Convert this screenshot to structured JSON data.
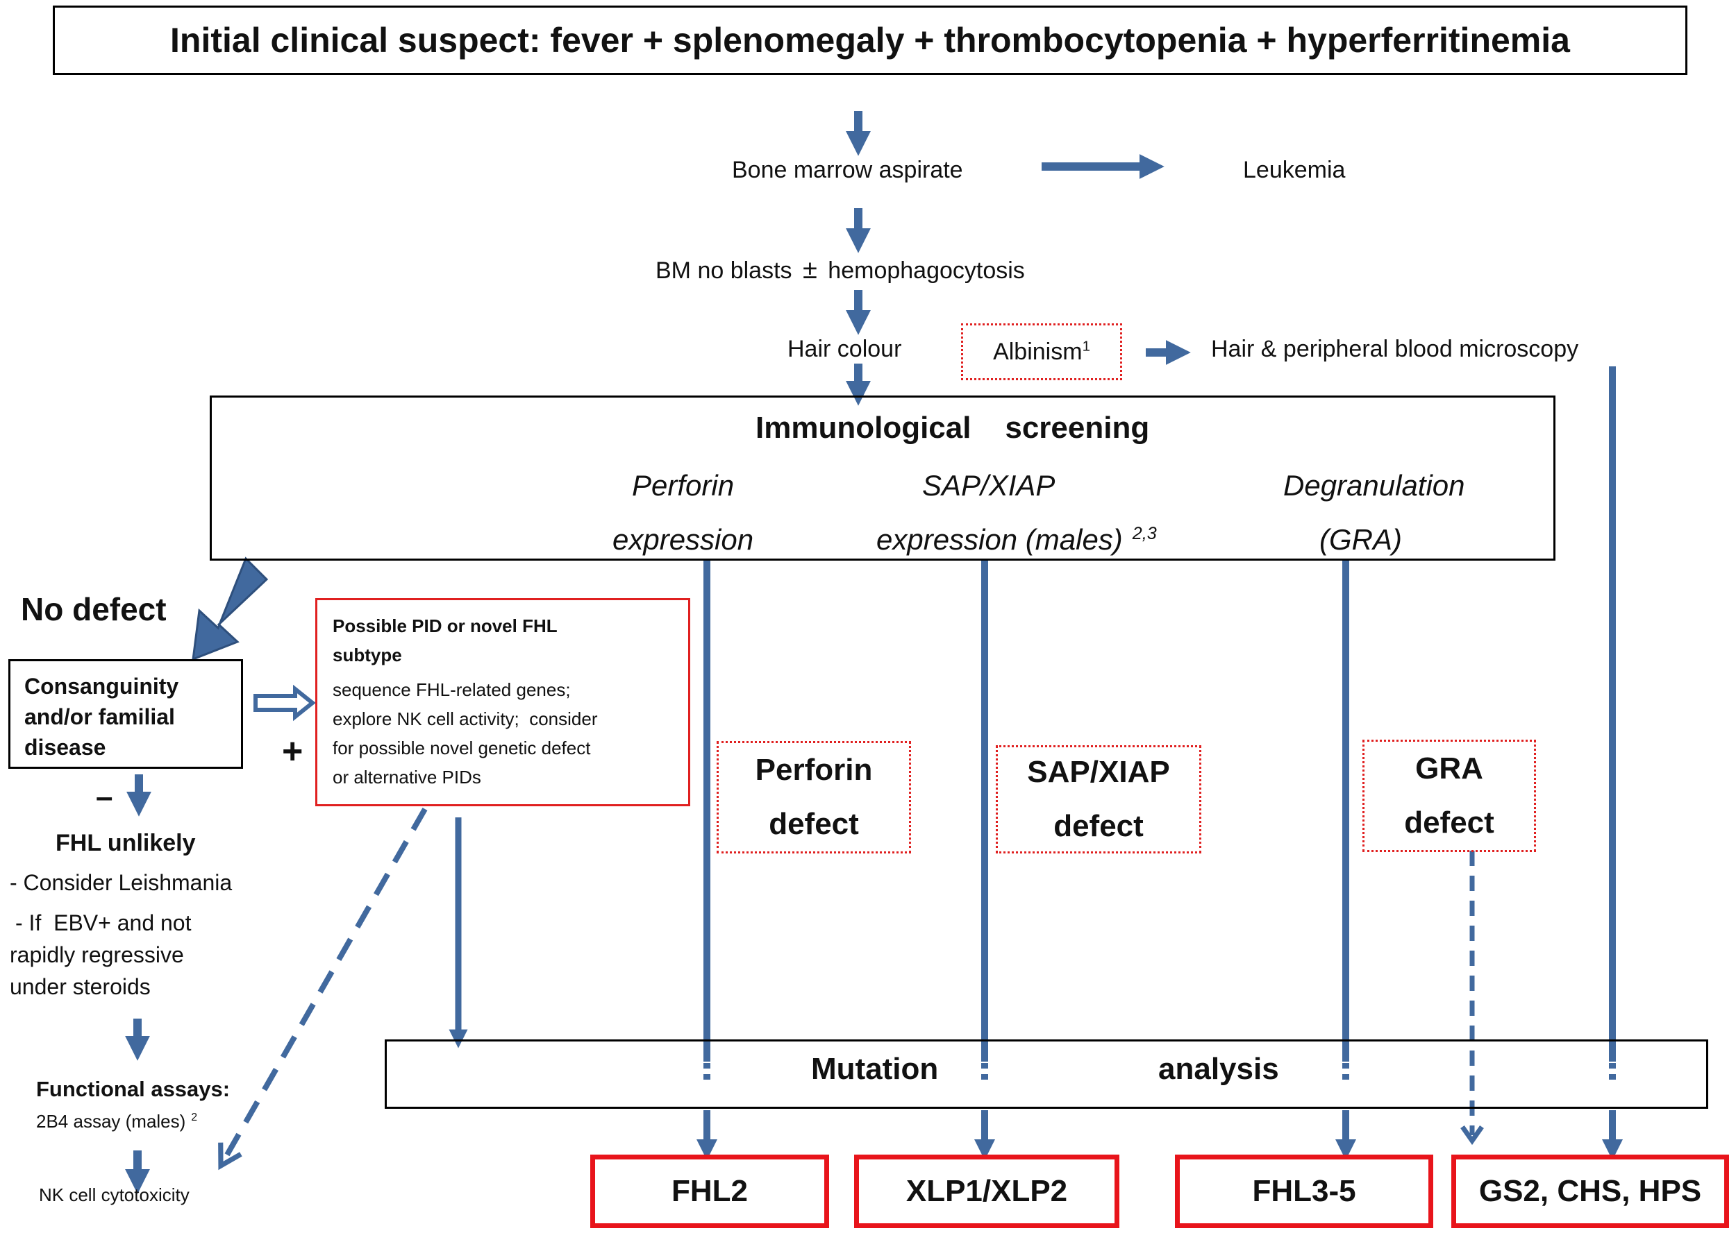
{
  "top": {
    "title": "Initial clinical suspect: fever + splenomegaly + thrombocytopenia + hyperferritinemia"
  },
  "steps": {
    "bone_marrow": "Bone marrow  aspirate",
    "leukemia": "Leukemia",
    "bm_no_blasts": "BM no blasts",
    "plus_minus": "±",
    "hemophago": "hemophagocytosis",
    "hair_colour": "Hair colour",
    "albinism": "Albinism",
    "albinism_sup": "1",
    "hair_microscopy": "Hair & peripheral blood microscopy"
  },
  "screening": {
    "title": "Immunological    screening",
    "perforin_l1": "Perforin",
    "perforin_l2": "expression",
    "sap_l1": "SAP/XIAP",
    "sap_l2": "expression (males)",
    "sap_sup": "2,3",
    "degran_l1": "Degranulation",
    "degran_l2": "(GRA)"
  },
  "left": {
    "no_defect": "No defect",
    "consang_l1": "Consanguinity",
    "consang_l2": "and/or familial",
    "consang_l3": "disease",
    "minus": "–",
    "plus": "+",
    "fhl_unlikely": "FHL unlikely",
    "leish": "- Consider Leishmania",
    "ebv_l1": "- If  EBV+ and not",
    "ebv_l2": "rapidly regressive",
    "ebv_l3": "under steroids",
    "functional": "Functional assays:",
    "assay_2b4": "2B4 assay (males)",
    "assay_sup": "2",
    "nk_cyto": "NK cell cytotoxicity"
  },
  "pid": {
    "title_l1": "Possible PID or novel FHL",
    "title_l2": "subtype",
    "body_l1": "sequence FHL-related genes;",
    "body_l2": "explore NK cell activity;  consider",
    "body_l3": "for possible novel genetic defect",
    "body_l4": "or alternative PIDs"
  },
  "defects": {
    "perforin_l1": "Perforin",
    "perforin_l2": "defect",
    "sap_l1": "SAP/XIAP",
    "sap_l2": "defect",
    "gra_l1": "GRA",
    "gra_l2": "defect"
  },
  "mutation": {
    "label1": "Mutation",
    "label2": "analysis"
  },
  "outcomes": {
    "fhl2": "FHL2",
    "xlp": "XLP1/XLP2",
    "fhl35": "FHL3-5",
    "gs2": "GS2, CHS, HPS"
  },
  "colors": {
    "arrow": "#41699e",
    "red_border": "#e02020",
    "outline": "#000000"
  }
}
